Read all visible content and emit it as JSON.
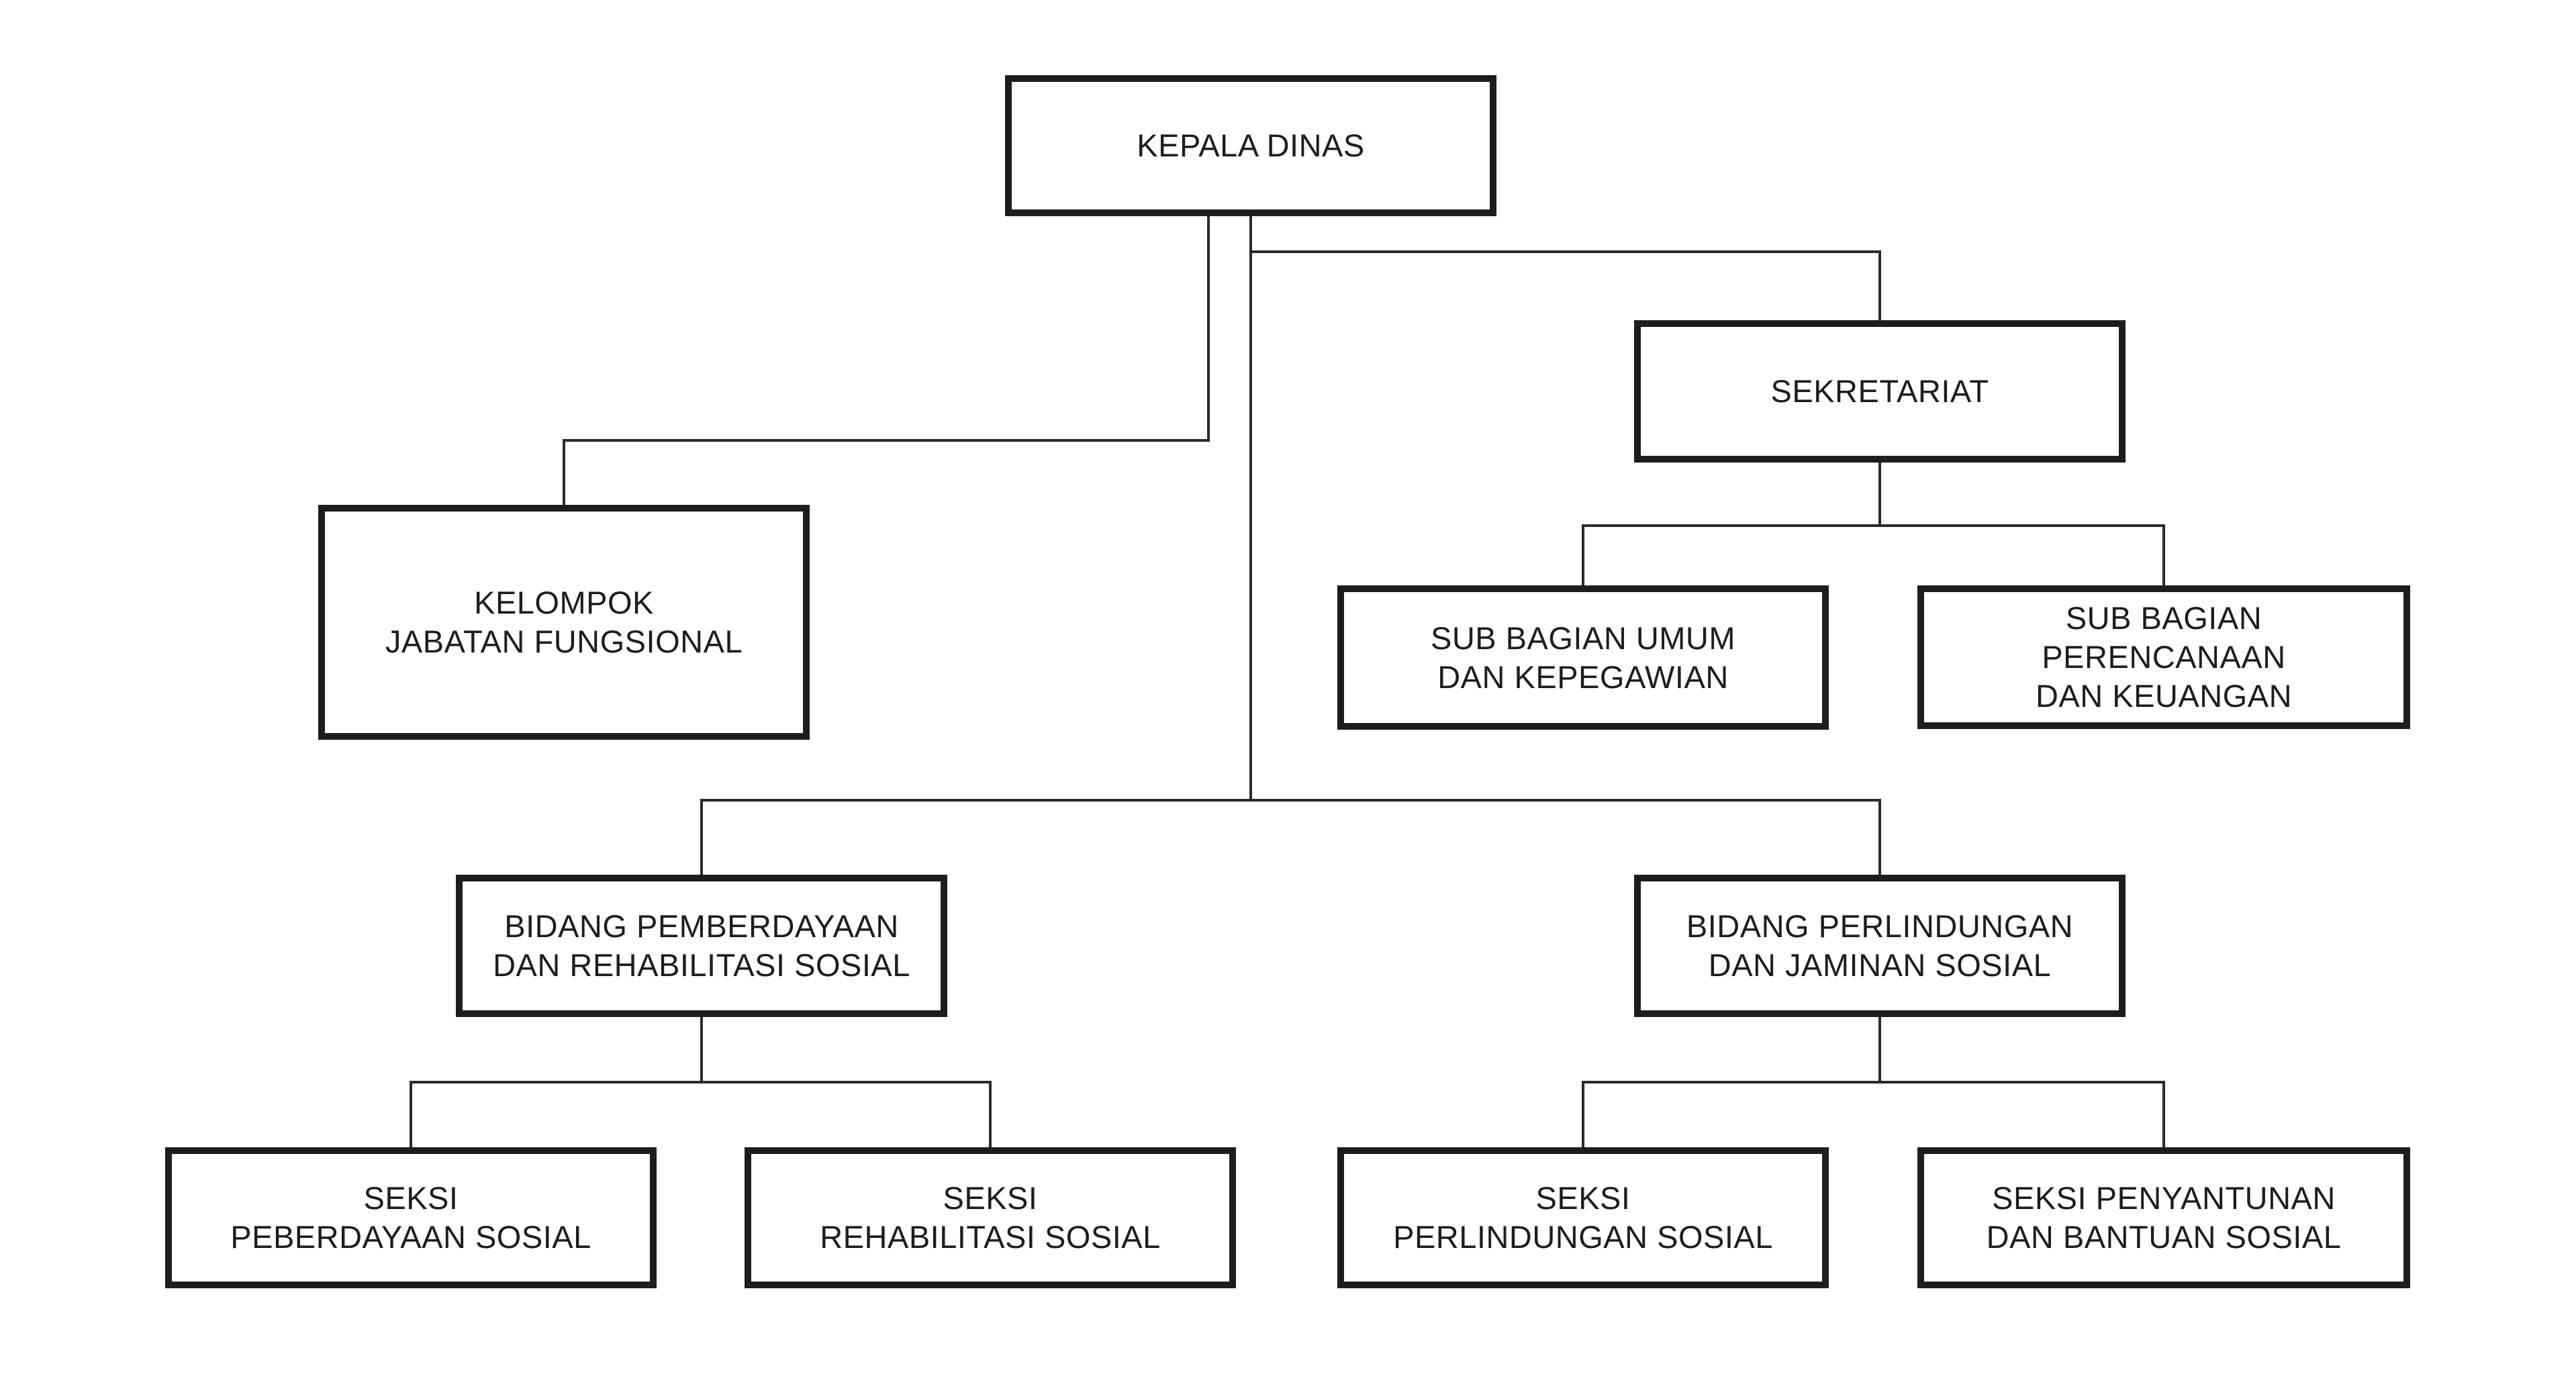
{
  "theme": {
    "background": "#ffffff",
    "box_border_color": "#1d1d1b",
    "connector_color": "#2a2a28",
    "text_color": "#1d1d1b"
  },
  "diagram": {
    "type": "org-chart",
    "title": ""
  },
  "nodes": [
    {
      "id": "kepala-dinas",
      "label": "KEPALA DINAS"
    },
    {
      "id": "sekretariat",
      "label": "SEKRETARIAT"
    },
    {
      "id": "kelompok-jabatan-fungsional",
      "label": "KELOMPOK\nJABATAN FUNGSIONAL"
    },
    {
      "id": "sub-bagian-umum",
      "label": "SUB BAGIAN UMUM\nDAN KEPEGAWIAN"
    },
    {
      "id": "sub-bagian-perencanaan",
      "label": "SUB BAGIAN\nPERENCANAAN\nDAN KEUANGAN"
    },
    {
      "id": "bidang-pemberdayaan",
      "label": "BIDANG PEMBERDAYAAN\nDAN REHABILITASI SOSIAL"
    },
    {
      "id": "bidang-perlindungan",
      "label": "BIDANG PERLINDUNGAN\nDAN JAMINAN SOSIAL"
    },
    {
      "id": "seksi-peberdayaan",
      "label": "SEKSI\nPEBERDAYAAN SOSIAL"
    },
    {
      "id": "seksi-rehabilitasi",
      "label": "SEKSI\nREHABILITASI SOSIAL"
    },
    {
      "id": "seksi-perlindungan",
      "label": "SEKSI\nPERLINDUNGAN SOSIAL"
    },
    {
      "id": "seksi-penyantunan",
      "label": "SEKSI PENYANTUNAN\nDAN BANTUAN SOSIAL"
    }
  ],
  "edges": [
    {
      "from": "kepala-dinas",
      "to": "kelompok-jabatan-fungsional"
    },
    {
      "from": "kepala-dinas",
      "to": "sekretariat"
    },
    {
      "from": "kepala-dinas",
      "to": "bidang-pemberdayaan"
    },
    {
      "from": "kepala-dinas",
      "to": "bidang-perlindungan"
    },
    {
      "from": "sekretariat",
      "to": "sub-bagian-umum"
    },
    {
      "from": "sekretariat",
      "to": "sub-bagian-perencanaan"
    },
    {
      "from": "bidang-pemberdayaan",
      "to": "seksi-peberdayaan"
    },
    {
      "from": "bidang-pemberdayaan",
      "to": "seksi-rehabilitasi"
    },
    {
      "from": "bidang-perlindungan",
      "to": "seksi-perlindungan"
    },
    {
      "from": "bidang-perlindungan",
      "to": "seksi-penyantunan"
    }
  ]
}
